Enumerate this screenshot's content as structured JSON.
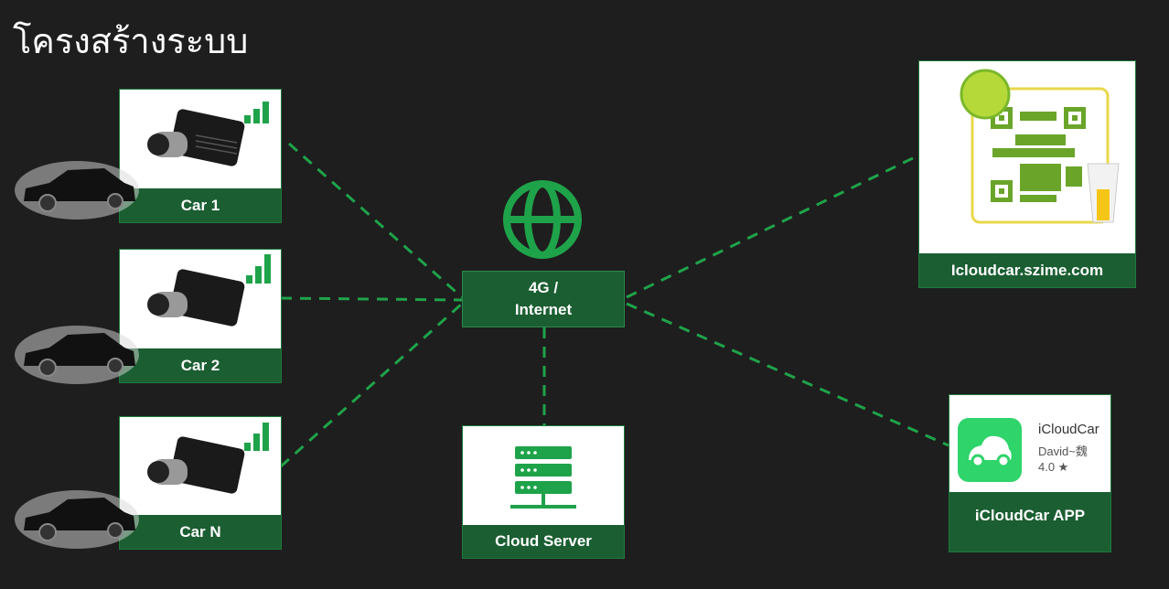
{
  "title": "โครงสร้างระบบ",
  "cars": [
    {
      "label": "Car 1"
    },
    {
      "label": "Car 2"
    },
    {
      "label": "Car N"
    }
  ],
  "hub": {
    "line1": "4G /",
    "line2": "Internet"
  },
  "server": {
    "label": "Cloud Server"
  },
  "web": {
    "label": "Icloudcar.szime.com"
  },
  "app": {
    "label": "iCloudCar APP",
    "name": "iCloudCar",
    "developer": "David~魏",
    "rating": "4.0 ★"
  },
  "colors": {
    "bg": "#1e1e1e",
    "green": "#1b5e32",
    "accent": "#1fa34a"
  }
}
